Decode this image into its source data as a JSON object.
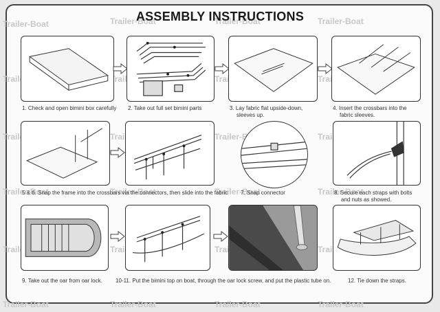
{
  "title": "ASSEMBLY INSTRUCTIONS",
  "watermark": "Trailer-Boat",
  "steps": {
    "s1": "1. Check and open bimini box carefully",
    "s2": "2. Take out full set bimini parts",
    "s3a": "3. Lay fabric flat upside-down,",
    "s3b": "sleeves up.",
    "s4a": "4. Insert the crossbars into the",
    "s4b": "fabric sleeves.",
    "s56": "5 & 6. Snap the frame into the crossbars via the connectors, then slide into the fabric",
    "s7": "7. Snap connector",
    "s8a": "8. Secure each straps with bolts",
    "s8b": "and nuts as showed.",
    "s9": "9. Take out the oar from oar lock.",
    "s1011": "10-11. Put the bimini top on boat, through the oar lock screw, and put the plastic tube on.",
    "s12": "12. Tie down the straps."
  }
}
